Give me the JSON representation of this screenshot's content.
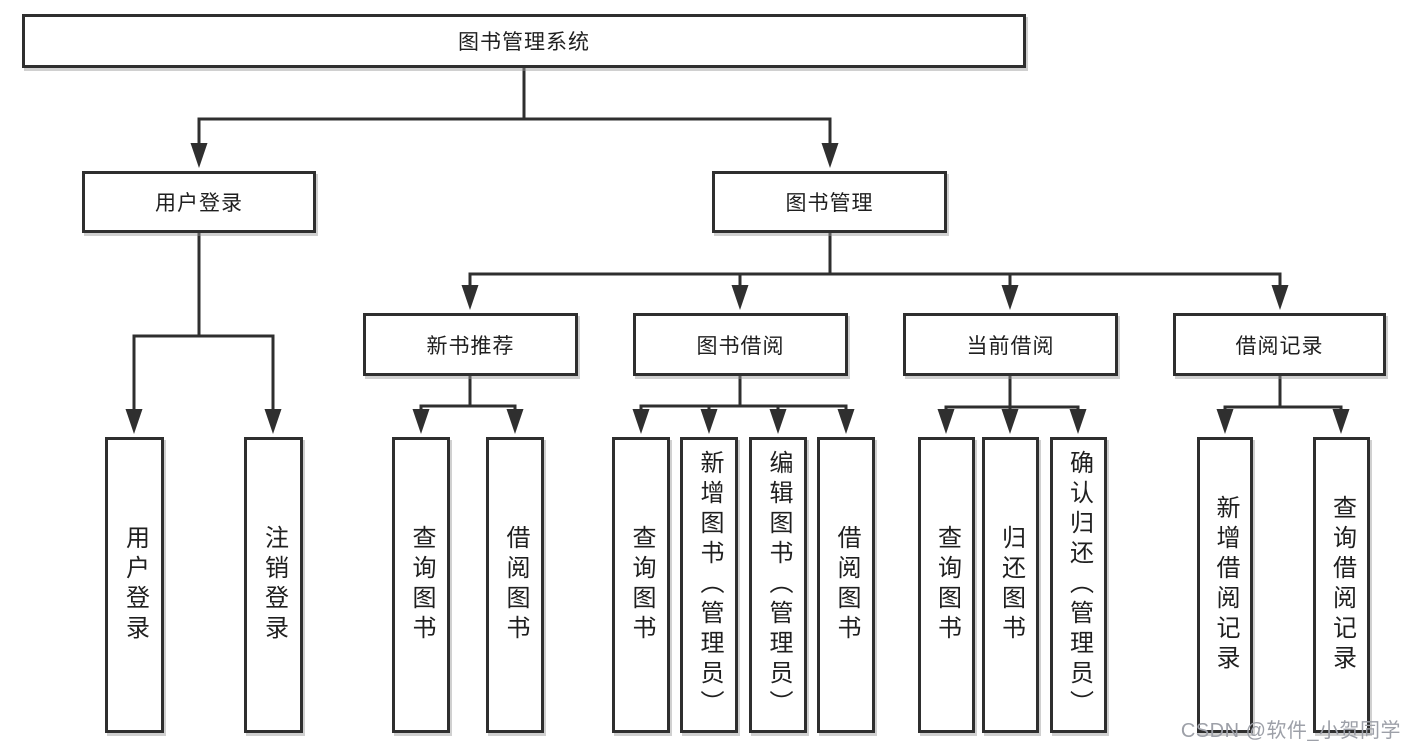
{
  "diagram": {
    "type": "feature-tree",
    "title": "图书管理系统",
    "colors": {
      "line": "#2f2f2f",
      "box_border": "#2f2f2f",
      "box_fill": "#ffffff",
      "text": "#1f1f1f",
      "watermark": "#9da0a8",
      "background": "#ffffff"
    },
    "watermark": {
      "text": "CSDN @软件_小贺同学"
    },
    "nodes": [
      {
        "id": "root",
        "label": "图书管理系统",
        "level": 1,
        "parent": null
      },
      {
        "id": "user-login",
        "label": "用户登录",
        "level": 2,
        "parent": "root"
      },
      {
        "id": "book-mgmt",
        "label": "图书管理",
        "level": 2,
        "parent": "root"
      },
      {
        "id": "new-book-rec",
        "label": "新书推荐",
        "level": 3,
        "parent": "book-mgmt"
      },
      {
        "id": "book-borrow",
        "label": "图书借阅",
        "level": 3,
        "parent": "book-mgmt"
      },
      {
        "id": "current-borrow",
        "label": "当前借阅",
        "level": 3,
        "parent": "book-mgmt"
      },
      {
        "id": "borrow-record",
        "label": "借阅记录",
        "level": 3,
        "parent": "book-mgmt"
      },
      {
        "id": "leaf-user-login",
        "label": "用户登录",
        "level": 4,
        "parent": "user-login"
      },
      {
        "id": "leaf-logout",
        "label": "注销登录",
        "level": 4,
        "parent": "user-login"
      },
      {
        "id": "leaf-query-book-1",
        "label": "查询图书",
        "level": 4,
        "parent": "new-book-rec"
      },
      {
        "id": "leaf-borrow-book-1",
        "label": "借阅图书",
        "level": 4,
        "parent": "new-book-rec"
      },
      {
        "id": "leaf-query-book-2",
        "label": "查询图书",
        "level": 4,
        "parent": "book-borrow"
      },
      {
        "id": "leaf-add-book",
        "label": "新增图书（管理员）",
        "level": 4,
        "parent": "book-borrow"
      },
      {
        "id": "leaf-edit-book",
        "label": "编辑图书（管理员）",
        "level": 4,
        "parent": "book-borrow"
      },
      {
        "id": "leaf-borrow-book-2",
        "label": "借阅图书",
        "level": 4,
        "parent": "book-borrow"
      },
      {
        "id": "leaf-query-book-3",
        "label": "查询图书",
        "level": 4,
        "parent": "current-borrow"
      },
      {
        "id": "leaf-return-book",
        "label": "归还图书",
        "level": 4,
        "parent": "current-borrow"
      },
      {
        "id": "leaf-confirm-return",
        "label": "确认归还（管理员）",
        "level": 4,
        "parent": "current-borrow"
      },
      {
        "id": "leaf-add-record",
        "label": "新增借阅记录",
        "level": 4,
        "parent": "borrow-record"
      },
      {
        "id": "leaf-query-record",
        "label": "查询借阅记录",
        "level": 4,
        "parent": "borrow-record"
      }
    ]
  }
}
